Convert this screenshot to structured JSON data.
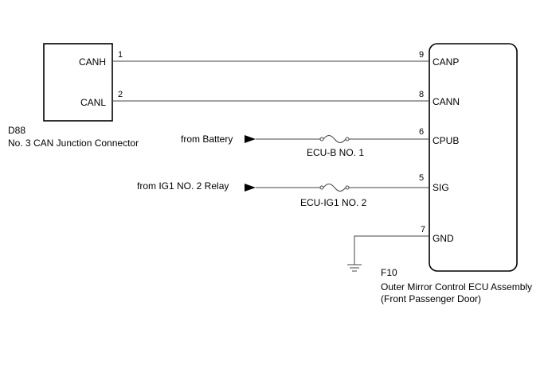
{
  "junction_connector": {
    "code": "D88",
    "name": "No. 3 CAN Junction Connector",
    "pins": [
      {
        "number": "1",
        "label": "CANH"
      },
      {
        "number": "2",
        "label": "CANL"
      }
    ]
  },
  "ecu": {
    "code": "F10",
    "name_line1": "Outer Mirror Control ECU Assembly",
    "name_line2": "(Front Passenger Door)",
    "pins": [
      {
        "number": "9",
        "label": "CANP"
      },
      {
        "number": "8",
        "label": "CANN"
      },
      {
        "number": "6",
        "label": "CPUB"
      },
      {
        "number": "5",
        "label": "SIG"
      },
      {
        "number": "7",
        "label": "GND"
      }
    ]
  },
  "sources": {
    "battery": "from Battery",
    "ig1_relay": "from IG1 NO. 2 Relay"
  },
  "fuses": {
    "ecu_b": "ECU-B NO. 1",
    "ecu_ig1": "ECU-IG1 NO. 2"
  },
  "colors": {
    "line": "#444444"
  }
}
